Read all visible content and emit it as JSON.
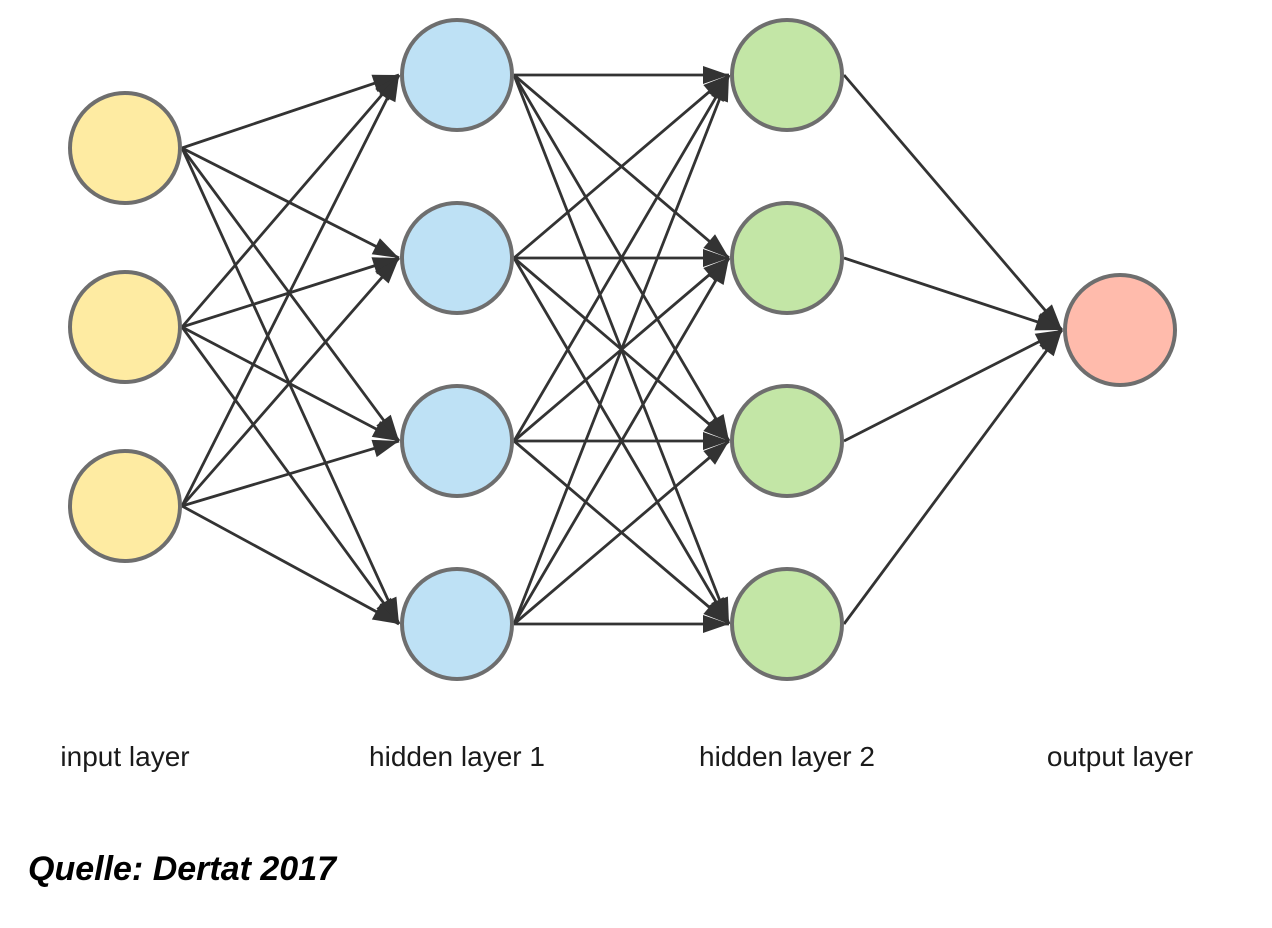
{
  "diagram": {
    "type": "neural-network",
    "connectivity": "fully-connected-between-adjacent-layers",
    "node_stroke_color": "#6E6E6E",
    "edge_color": "#333333",
    "layers": [
      {
        "name": "input",
        "label": "input layer",
        "node_count": 3,
        "fill": "#FEEBA2"
      },
      {
        "name": "hidden-1",
        "label": "hidden layer 1",
        "node_count": 4,
        "fill": "#BEE1F5"
      },
      {
        "name": "hidden-2",
        "label": "hidden layer 2",
        "node_count": 4,
        "fill": "#C3E6A6"
      },
      {
        "name": "output",
        "label": "output layer",
        "node_count": 1,
        "fill": "#FFBBAC"
      }
    ]
  },
  "caption": {
    "text": "Quelle: Dertat 2017"
  }
}
